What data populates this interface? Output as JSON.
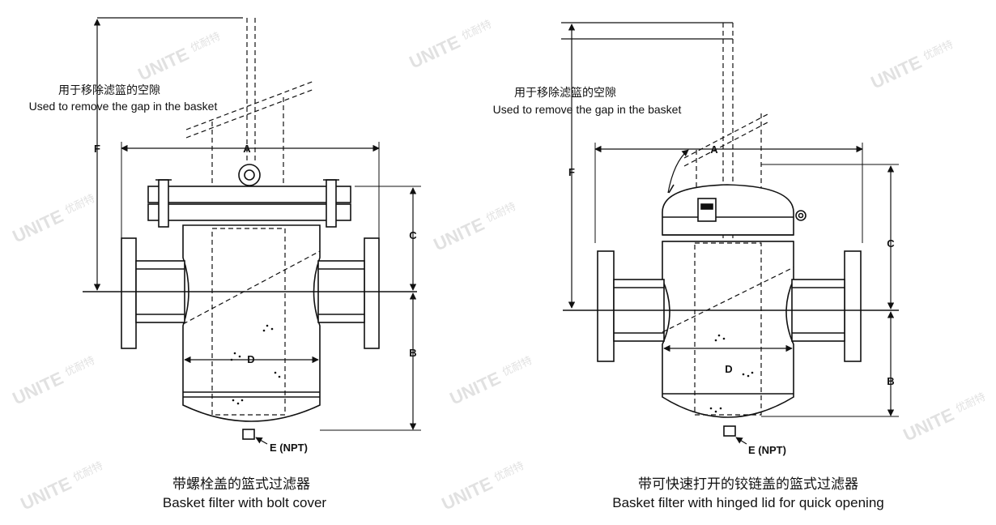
{
  "left_figure": {
    "note_cn": "用于移除滤篮的空隙",
    "note_en": "Used to remove the gap in the basket",
    "dim_labels": {
      "a": "A",
      "b": "B",
      "c": "C",
      "d": "D",
      "f": "F",
      "e": "E (NPT)"
    },
    "caption_cn": "带螺栓盖的篮式过滤器",
    "caption_en": "Basket filter with bolt cover"
  },
  "right_figure": {
    "note_cn": "用于移除滤篮的空隙",
    "note_en": "Used to remove the gap in the basket",
    "dim_labels": {
      "a": "A",
      "b": "B",
      "c": "C",
      "d": "D",
      "f": "F",
      "e": "E (NPT)"
    },
    "caption_cn": "带可快速打开的铰链盖的篮式过滤器",
    "caption_en": "Basket filter with hinged lid for quick opening"
  },
  "watermark": {
    "brand": "UNITE",
    "brand_cn": "优耐特"
  }
}
